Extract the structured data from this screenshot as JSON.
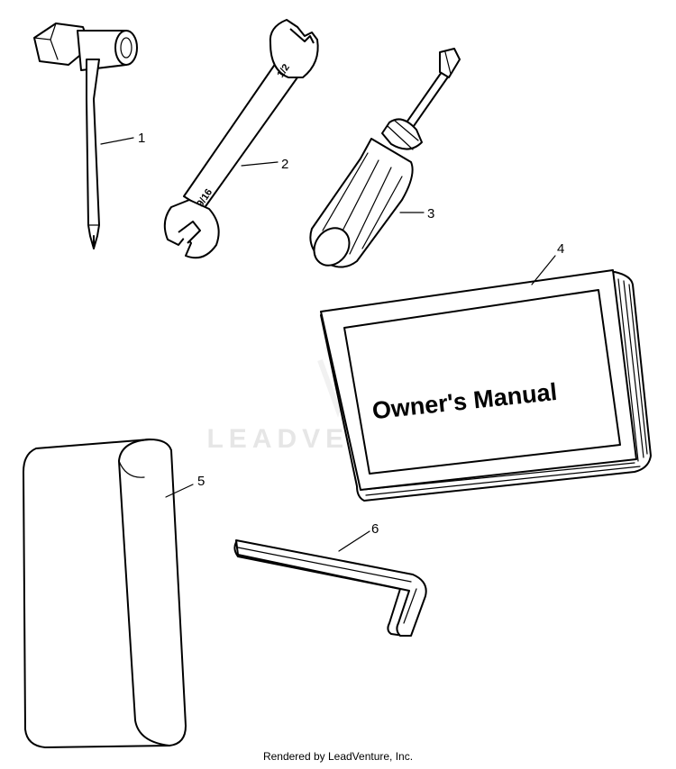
{
  "watermark": "LEADVENTURE",
  "parts": [
    {
      "callout": "1",
      "name": "spark plug wrench"
    },
    {
      "callout": "2",
      "name": "open end wrench"
    },
    {
      "callout": "3",
      "name": "screwdriver"
    },
    {
      "callout": "4",
      "name": "owner's manual"
    },
    {
      "callout": "5",
      "name": "tool pouch"
    },
    {
      "callout": "6",
      "name": "hex key"
    }
  ],
  "manual_cover_text": "Owner's Manual",
  "wrench_marks": [
    "9/16",
    "1/2"
  ],
  "footer": "Rendered by LeadVenture, Inc."
}
